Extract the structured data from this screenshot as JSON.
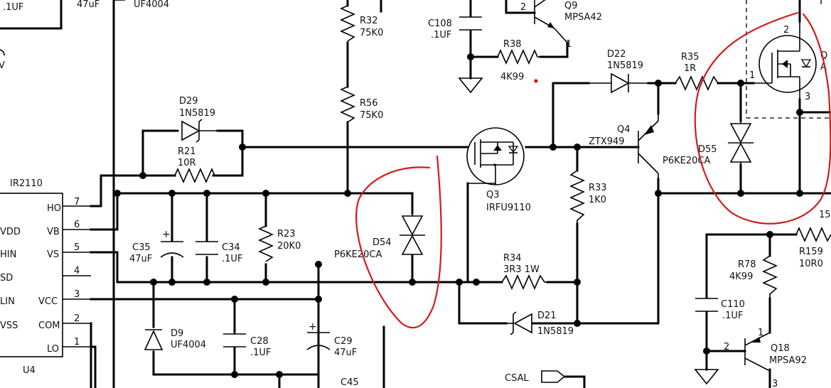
{
  "labels": {
    "c_top_left_val": ".1UF",
    "d_top_val": "47uF",
    "d_top_part": "UF4004",
    "left_v": "V",
    "ic_name": "IR2110",
    "ic_ref": "U4",
    "ic_pins": [
      {
        "name": "HO",
        "num": "7"
      },
      {
        "name": "VB",
        "num": "6"
      },
      {
        "name": "VS",
        "num": "5"
      },
      {
        "name": "VDD",
        "num": ""
      },
      {
        "name": "HIN",
        "num": ""
      },
      {
        "name": "SD",
        "num": "4"
      },
      {
        "name": "LIN",
        "num": "3"
      },
      {
        "name": "VCC",
        "num": ""
      },
      {
        "name": "VSS",
        "num": "2"
      },
      {
        "name": "COM",
        "num": ""
      },
      {
        "name": "LO",
        "num": "1"
      }
    ],
    "d29_ref": "D29",
    "d29_part": "1N5819",
    "r21_ref": "R21",
    "r21_val": "10R",
    "c35_ref": "C35",
    "c35_val": "47uF",
    "c34_ref": "C34",
    "c34_val": ".1UF",
    "r23_ref": "R23",
    "r23_val": "20K0",
    "d9_ref": "D9",
    "d9_part": "UF4004",
    "c28_ref": "C28",
    "c28_val": ".1UF",
    "c29_ref": "C29",
    "c29_val": "47uF",
    "c45_ref": "C45",
    "r32_ref": "R32",
    "r32_val": "75K0",
    "r56_ref": "R56",
    "r56_val": "75K0",
    "d54_ref": "D54",
    "d54_part": "P6KE20CA",
    "c108_ref": "C108",
    "c108_val": ".1UF",
    "r38_ref": "R38",
    "r38_val": "4K99",
    "q9_pin2": "2",
    "q9_pin1": "1",
    "q9_ref": "Q9",
    "q9_part": "MPSA42",
    "q3_ref": "Q3",
    "q3_part": "IRFU9110",
    "r33_ref": "R33",
    "r33_val": "1K0",
    "r34_ref": "R34",
    "r34_val": "3R3  1W",
    "d21_ref": "D21",
    "d21_part": "1N5819",
    "d22_ref": "D22",
    "d22_part": "1N5819",
    "q4_ref": "Q4",
    "q4_part": "ZTX949",
    "r35_ref": "R35",
    "r35_val": "1R",
    "q_right_pin1": "1",
    "q_right_pin2": "2",
    "q_right_pin3": "3",
    "q_right_ref": "Q",
    "q_right_part": "A",
    "d55_ref": "D55",
    "d55_part": "P6KE20CA",
    "r_right_val": "15",
    "r159_ref": "R159",
    "r159_val": "10R0",
    "r78_ref": "R78",
    "r78_val": "4K99",
    "c110_ref": "C110",
    "c110_val": ".1UF",
    "q18_pin2": "2",
    "q18_pin1": "1",
    "q18_pin3": "3",
    "q18_ref": "Q18",
    "q18_part": "MPSA92",
    "csal": "CSAL"
  }
}
